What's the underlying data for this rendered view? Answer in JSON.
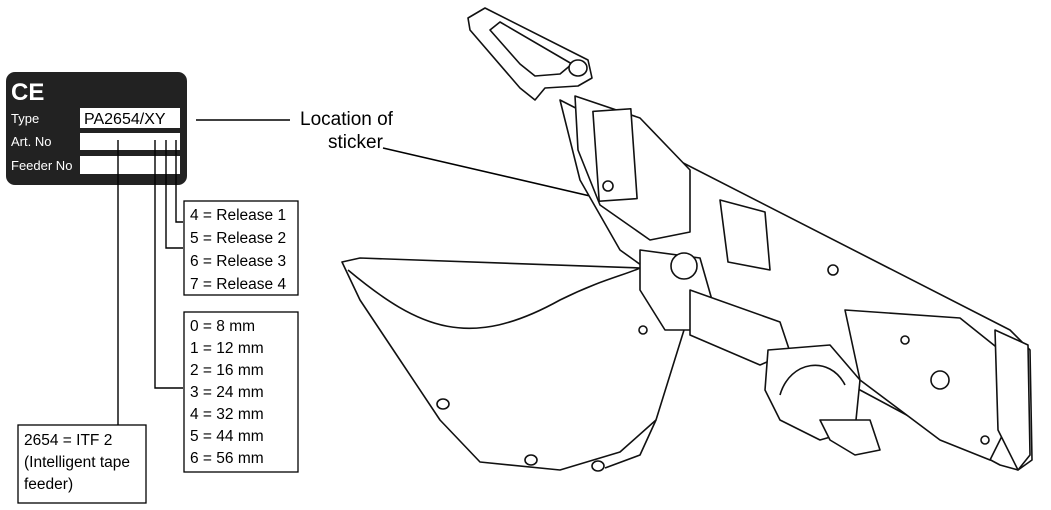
{
  "sticker": {
    "ce_mark": "CE",
    "rows": [
      {
        "label": "Type",
        "value": "PA2654/XY"
      },
      {
        "label": "Art. No",
        "value": ""
      },
      {
        "label": "Feeder No",
        "value": ""
      }
    ]
  },
  "callout": {
    "location_line1": "Location of",
    "location_line2": "sticker"
  },
  "release_legend": [
    "4 = Release 1",
    "5 = Release 2",
    "6 = Release 3",
    "7 = Release 4"
  ],
  "width_legend": [
    "0 = 8 mm",
    "1 = 12 mm",
    "2 = 16 mm",
    "3 = 24 mm",
    "4 = 32 mm",
    "5 = 44 mm",
    "6 = 56 mm"
  ],
  "type_legend": [
    "2654 = ITF 2",
    "(Intelligent tape",
    "feeder)"
  ],
  "colors": {
    "sticker_bg": "#222222",
    "line": "#000000",
    "field_bg": "#ffffff"
  }
}
